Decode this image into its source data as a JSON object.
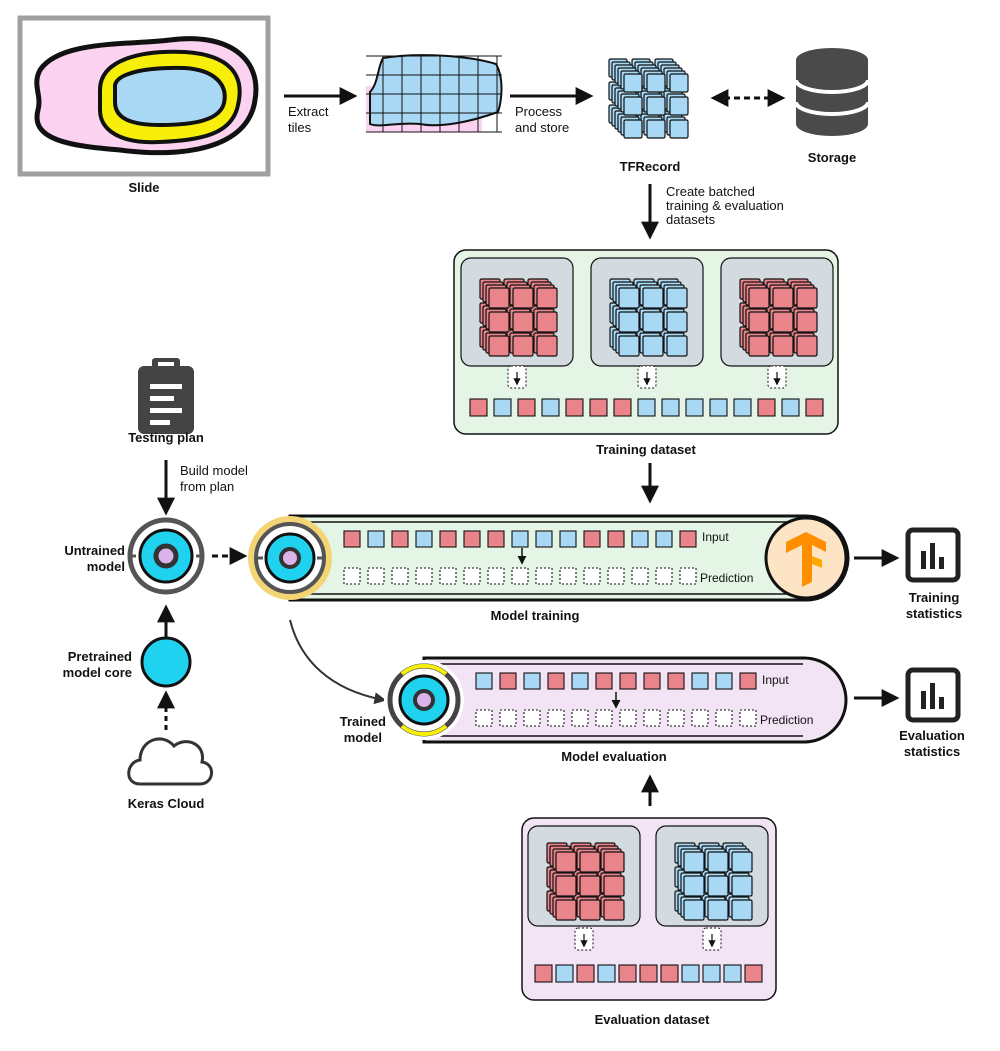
{
  "labels": {
    "slide": "Slide",
    "extract_tiles": "Extract\ntiles",
    "process_store": "Process\nand store",
    "tfrecord": "TFRecord",
    "storage": "Storage",
    "create_datasets": "Create batched\ntraining & evaluation\ndatasets",
    "training_dataset": "Training dataset",
    "testing_plan": "Testing plan",
    "build_model": "Build model\nfrom plan",
    "untrained_model": "Untrained\nmodel",
    "pretrained_core": "Pretrained\nmodel core",
    "keras_cloud": "Keras Cloud",
    "model_training": "Model training",
    "training_statistics": "Training\nstatistics",
    "trained_model": "Trained\nmodel",
    "model_evaluation": "Model evaluation",
    "evaluation_statistics": "Evaluation\nstatistics",
    "evaluation_dataset": "Evaluation dataset",
    "input": "Input",
    "prediction": "Prediction"
  },
  "colors": {
    "red_tile": "#e8848a",
    "blue_tile": "#a9d8f5",
    "cyan": "#1fd3f0",
    "yellow": "#f7ef0a",
    "pink": "#fbd3f1",
    "train_bg": "#e4f5e6",
    "eval_bg": "#f2e3f5",
    "gray_panel": "#d4dbe0",
    "storage_gray": "#4a4a4a",
    "tf_orange": "#ff8f00"
  },
  "sequences": {
    "training_dataset_batch": [
      "red",
      "blue",
      "red",
      "blue",
      "red",
      "red",
      "red",
      "blue",
      "blue",
      "blue",
      "blue",
      "blue",
      "red",
      "blue",
      "red"
    ],
    "training_input": [
      "red",
      "blue",
      "red",
      "blue",
      "red",
      "red",
      "red",
      "blue",
      "blue",
      "blue",
      "red",
      "red",
      "blue",
      "blue",
      "red"
    ],
    "evaluation_input": [
      "blue",
      "red",
      "blue",
      "red",
      "blue",
      "red",
      "red",
      "red",
      "red",
      "blue",
      "blue",
      "red"
    ],
    "evaluation_dataset_batch": [
      "red",
      "blue",
      "red",
      "blue",
      "red",
      "red",
      "red",
      "blue",
      "blue",
      "blue",
      "red"
    ]
  },
  "dataset_stacks": {
    "training": [
      "red",
      "blue",
      "red"
    ],
    "evaluation": [
      "red",
      "blue"
    ]
  },
  "icons": {
    "tensorflow": "tensorflow-logo-icon",
    "storage": "database-icon",
    "testing_plan": "clipboard-icon",
    "keras_cloud": "cloud-icon",
    "statistics": "bar-chart-icon"
  }
}
